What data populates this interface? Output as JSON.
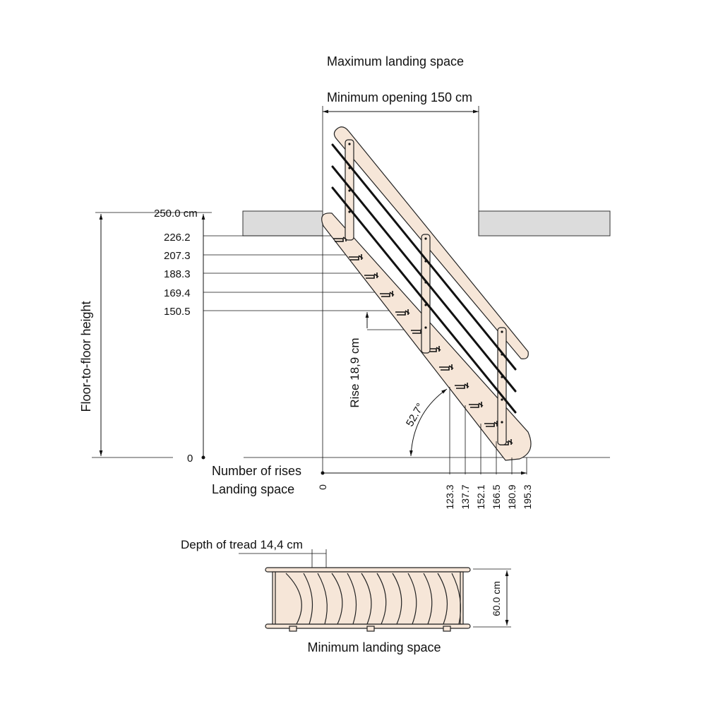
{
  "labels": {
    "max_landing": "Maximum landing space",
    "min_opening": "Minimum opening 150 cm",
    "floor_height": "Floor-to-floor height",
    "rise": "Rise 18,9 cm",
    "angle": "52.7°",
    "number_of_rises": "Number of rises",
    "landing_space": "Landing space",
    "tread_depth": "Depth of tread 14,4 cm",
    "width": "60.0 cm",
    "min_landing": "Minimum landing space"
  },
  "heights": [
    "250.0 cm",
    "226.2",
    "207.3",
    "188.3",
    "169.4",
    "150.5"
  ],
  "zero_y": "0",
  "zero_x": "0",
  "horizontal": [
    "123.3",
    "137.7",
    "152.1",
    "166.5",
    "180.9",
    "195.3"
  ],
  "colors": {
    "wood": "#f6e6d8",
    "slab": "#dcdcdc",
    "line": "#111111"
  }
}
